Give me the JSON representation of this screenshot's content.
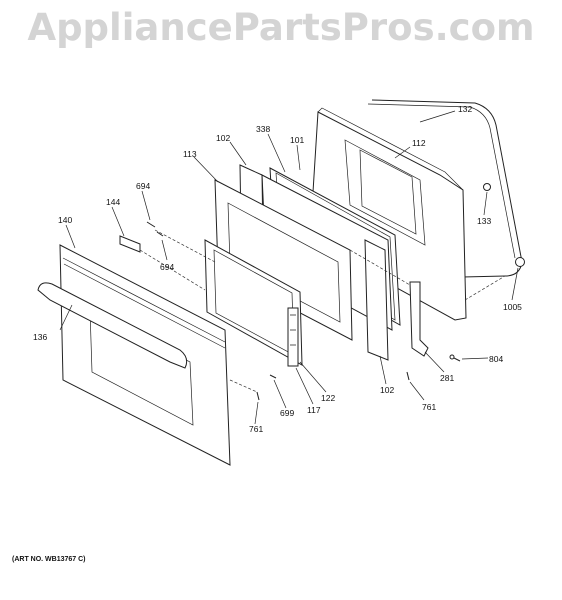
{
  "watermark": "AppliancePartsPros.com",
  "art_number": "(ART NO. WB13767 C)",
  "labels": [
    {
      "id": "132",
      "text": "132"
    },
    {
      "id": "338",
      "text": "338"
    },
    {
      "id": "101",
      "text": "101"
    },
    {
      "id": "102a",
      "text": "102"
    },
    {
      "id": "112",
      "text": "112"
    },
    {
      "id": "113",
      "text": "113"
    },
    {
      "id": "694a",
      "text": "694"
    },
    {
      "id": "144",
      "text": "144"
    },
    {
      "id": "140",
      "text": "140"
    },
    {
      "id": "694b",
      "text": "694"
    },
    {
      "id": "133",
      "text": "133"
    },
    {
      "id": "1005",
      "text": "1005"
    },
    {
      "id": "136",
      "text": "136"
    },
    {
      "id": "804",
      "text": "804"
    },
    {
      "id": "281",
      "text": "281"
    },
    {
      "id": "102b",
      "text": "102"
    },
    {
      "id": "761a",
      "text": "761"
    },
    {
      "id": "122",
      "text": "122"
    },
    {
      "id": "117",
      "text": "117"
    },
    {
      "id": "699",
      "text": "699"
    },
    {
      "id": "761b",
      "text": "761"
    }
  ]
}
